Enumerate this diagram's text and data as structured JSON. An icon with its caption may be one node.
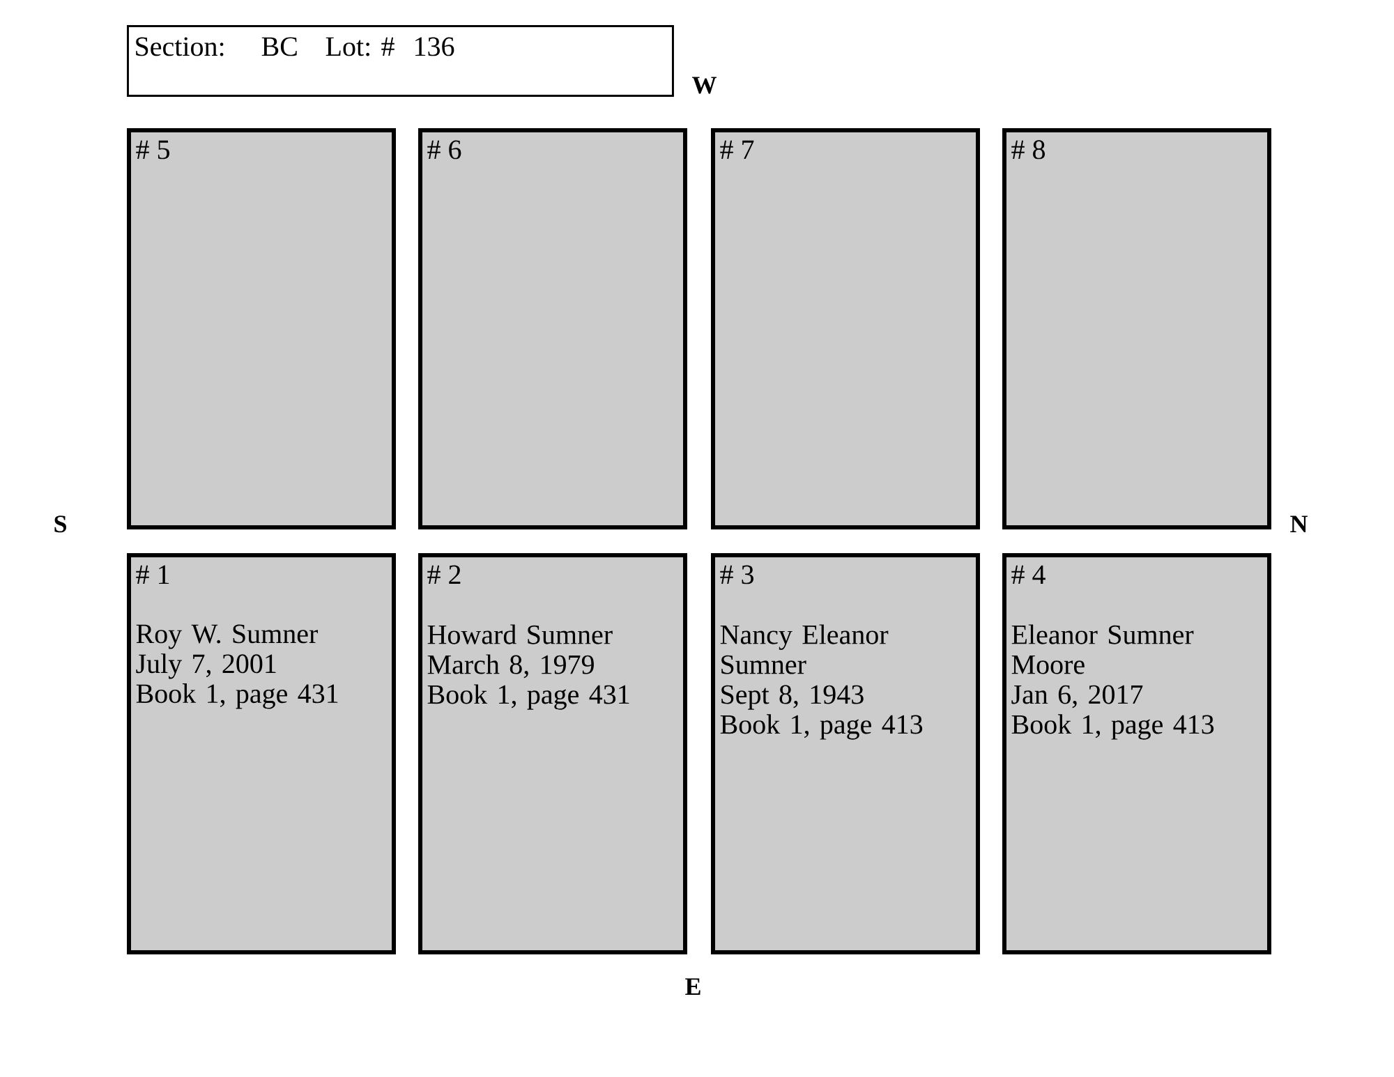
{
  "diagram": {
    "nodes": [
      {
        "text": [
          "Section:",
          "BC",
          "Lot: #",
          "136"
        ]
      },
      {
        "text": [
          "# 5"
        ]
      },
      {
        "text": [
          "# 6"
        ]
      },
      {
        "text": [
          "# 7"
        ]
      },
      {
        "text": [
          "# 8"
        ]
      },
      {
        "text": [
          "# 1",
          "Roy W. Sumner",
          "July 7, 2001",
          "Book 1, page 431"
        ]
      },
      {
        "text": [
          "# 2",
          "Howard Sumner",
          "March 8, 1979",
          "Book 1, page 431"
        ]
      },
      {
        "text": [
          "# 3",
          "Nancy Eleanor Sumner",
          "Sept 8, 1943",
          "Book 1, page 413"
        ]
      },
      {
        "text": [
          "# 4",
          "Eleanor Sumner Moore",
          "Jan 6, 2017",
          "Book 1, page 413"
        ]
      }
    ],
    "labels": [
      "W",
      "S",
      "N",
      "E"
    ]
  }
}
